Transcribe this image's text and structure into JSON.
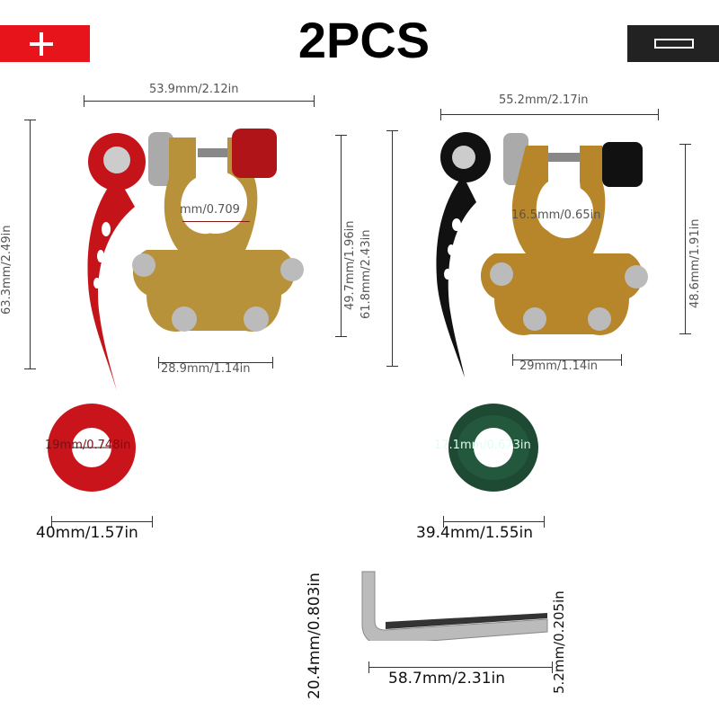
{
  "title": "2PCS",
  "badges": {
    "positive_icon": "plus-icon",
    "negative_icon": "minus-icon",
    "positive_color": "#e8141c",
    "negative_color": "#222222"
  },
  "positive_clamp": {
    "width": "53.9mm/2.12in",
    "height_total": "63.3mm/2.49in",
    "height_body": "49.7mm/1.96in",
    "height_with_bolt": "61.8mm/2.43in",
    "base_width": "28.9mm/1.14in",
    "hole_diameter": "mm/0.709",
    "lever_color": "#c4141a"
  },
  "negative_clamp": {
    "width": "55.2mm/2.17in",
    "height_body": "48.6mm/1.91in",
    "base_width": "29mm/1.14in",
    "hole_diameter": "16.5mm/0.65in",
    "lever_color": "#111111"
  },
  "red_washer": {
    "inner": "19mm/0.748in",
    "outer": "40mm/1.57in",
    "color": "#c8141a"
  },
  "green_washer": {
    "inner": "17.1mm/0.673in",
    "outer": "39.4mm/1.55in",
    "color": "#1e4a33"
  },
  "hex_key": {
    "length": "58.7mm/2.31in",
    "short_arm": "20.4mm/0.803in",
    "size": "5.2mm/0.205in"
  }
}
